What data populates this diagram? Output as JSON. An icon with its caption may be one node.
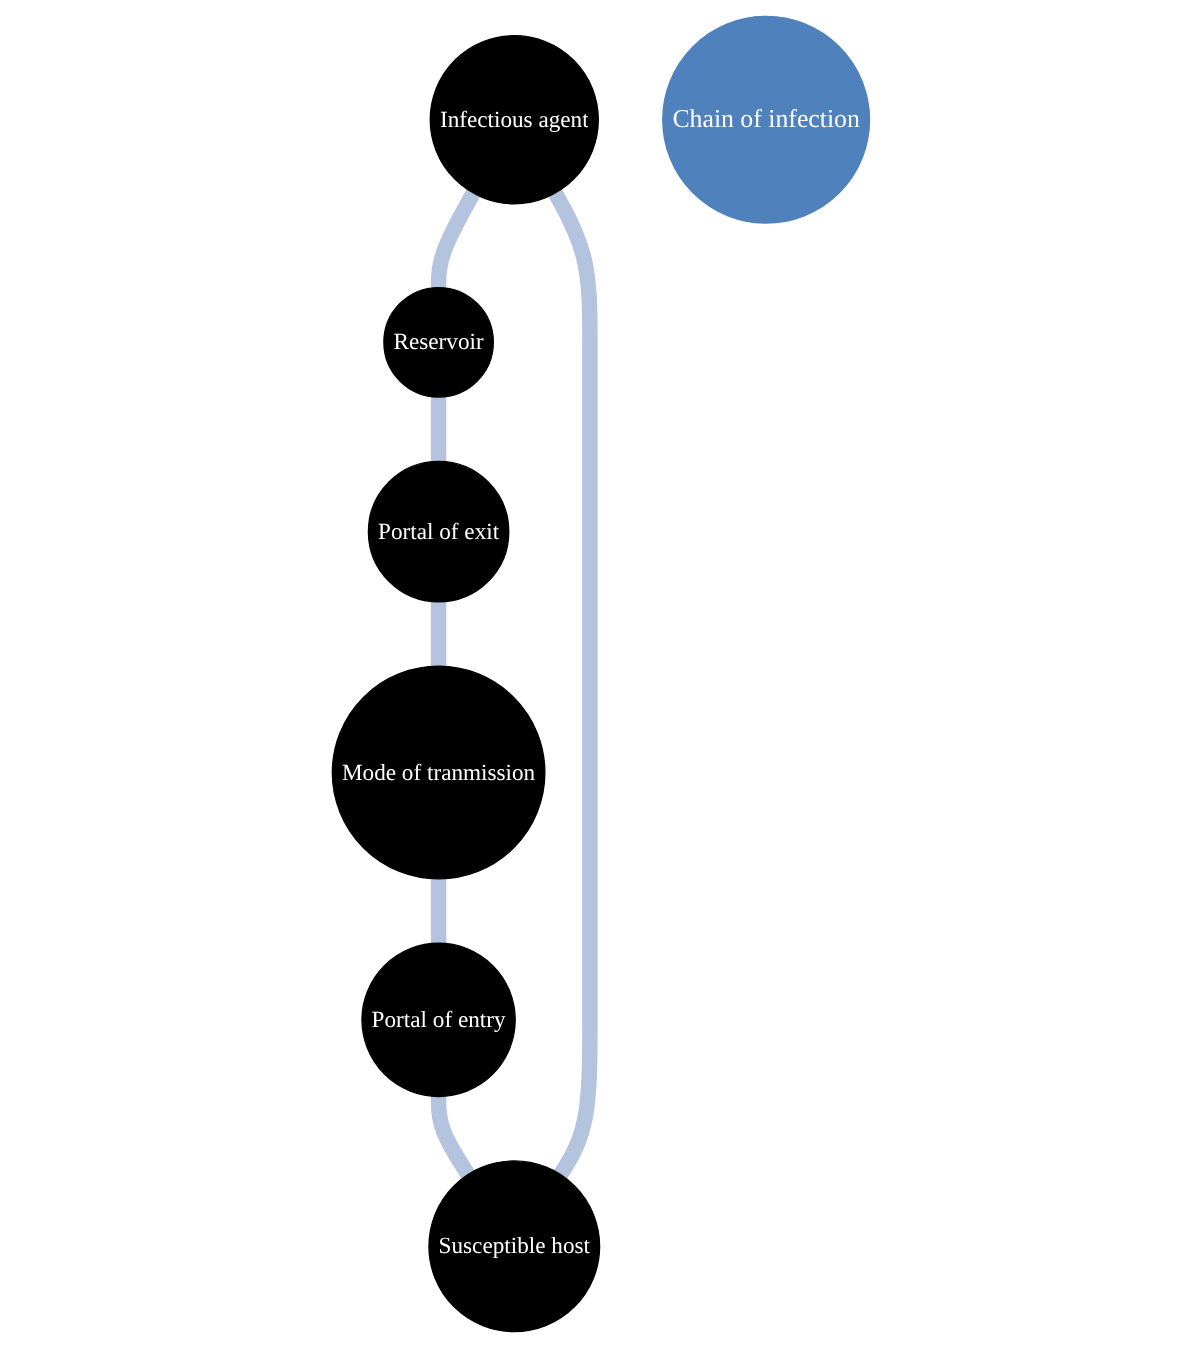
{
  "diagram": {
    "nodes": [
      {
        "text": [
          "Infectious agent"
        ]
      },
      {
        "text": [
          "Reservoir"
        ]
      },
      {
        "text": [
          "Portal of exit"
        ]
      },
      {
        "text": [
          "Mode of tranmission"
        ]
      },
      {
        "text": [
          "Portal of entry"
        ]
      },
      {
        "text": [
          "Susceptible host"
        ]
      },
      {
        "text": [
          "Chain of infection"
        ]
      }
    ],
    "edges": [
      {
        "from": 0,
        "to": 1,
        "arrow": "none"
      },
      {
        "from": 1,
        "to": 2,
        "arrow": "none"
      },
      {
        "from": 2,
        "to": 3,
        "arrow": "none"
      },
      {
        "from": 3,
        "to": 4,
        "arrow": "none"
      },
      {
        "from": 4,
        "to": 5,
        "arrow": "none"
      },
      {
        "from": 5,
        "to": 0,
        "arrow": "none"
      }
    ]
  }
}
